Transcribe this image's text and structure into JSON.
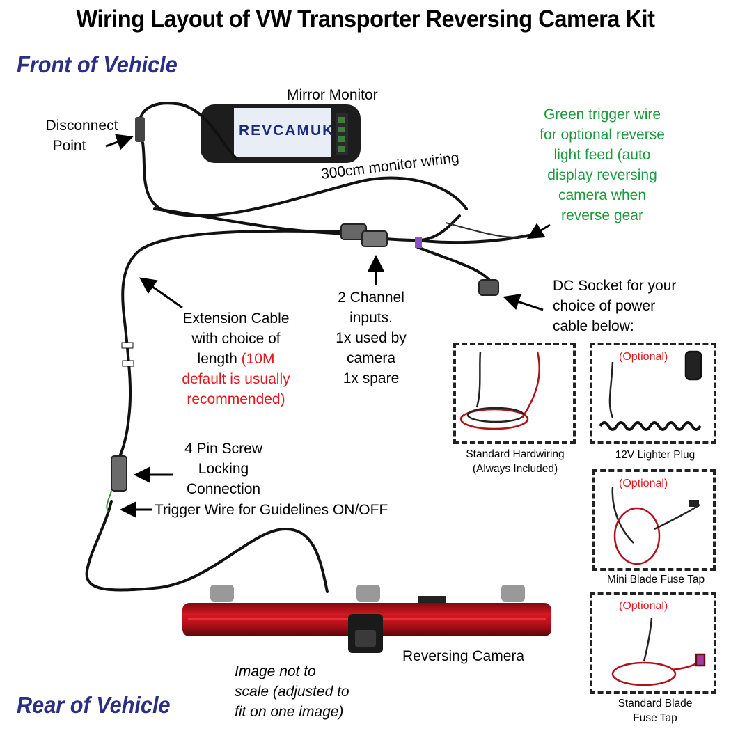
{
  "title": "Wiring Layout of VW Transporter Reversing Camera Kit",
  "front_label": "Front of Vehicle",
  "rear_label": "Rear of Vehicle",
  "monitor": {
    "label": "Mirror Monitor",
    "brand": "REVCAMUK"
  },
  "disconnect": {
    "line1": "Disconnect",
    "line2": "Point"
  },
  "monitor_wiring": "300cm monitor wiring",
  "green_note": [
    "Green trigger wire",
    "for optional reverse",
    "light feed (auto",
    "display reversing",
    "camera when",
    "reverse gear"
  ],
  "dc_socket": [
    "DC Socket for your",
    "choice of power",
    "cable below:"
  ],
  "channel": [
    "2 Channel",
    "inputs.",
    "1x used by",
    "camera",
    "1x spare"
  ],
  "extension": {
    "lines": [
      "Extension Cable",
      "with choice of",
      "length "
    ],
    "red_inline": "(10M",
    "red_lines": [
      "default is usually",
      "recommended)"
    ]
  },
  "pin_connection": [
    "4 Pin Screw",
    "Locking",
    "Connection"
  ],
  "trigger_wire": "Trigger Wire for Guidelines ON/OFF",
  "camera_label": "Reversing Camera",
  "scale_note": [
    "Image not to",
    "scale (adjusted to",
    "fit on one image)"
  ],
  "power_options": {
    "hardwiring": [
      "Standard Hardwiring",
      "(Always Included)"
    ],
    "lighter": {
      "optional": "(Optional)",
      "label": "12V Lighter Plug"
    },
    "mini_blade": {
      "optional": "(Optional)",
      "label": "Mini Blade Fuse Tap"
    },
    "std_blade": {
      "optional": "(Optional)",
      "label": [
        "Standard Blade",
        "Fuse Tap"
      ]
    }
  },
  "colors": {
    "region": "#2b2f86",
    "red_text": "#e8141b",
    "green_text": "#1a9a3a",
    "lamp": "#c0121b"
  }
}
